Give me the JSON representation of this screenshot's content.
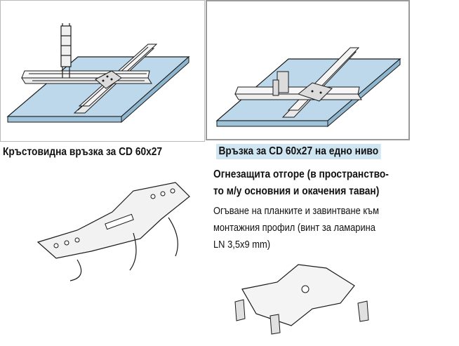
{
  "captions": {
    "left": "Кръстовидна връзка за CD 60x27",
    "right": "Връзка за CD 60x27 на едно ниво"
  },
  "fire_protection": {
    "heading_line1": "Огнезащита отгоре (в пространство-",
    "heading_line2": "то м/у основния и окачения таван)",
    "text_line1": "Огъване на планките и завинтване към",
    "text_line2": "монтажния профил (винт за ламарина",
    "text_line3": "LN 3,5x9 mm)"
  },
  "colors": {
    "board_fill": "#bcd8ea",
    "caption_highlight": "#cfe6f2",
    "line": "#1a1a1a"
  }
}
